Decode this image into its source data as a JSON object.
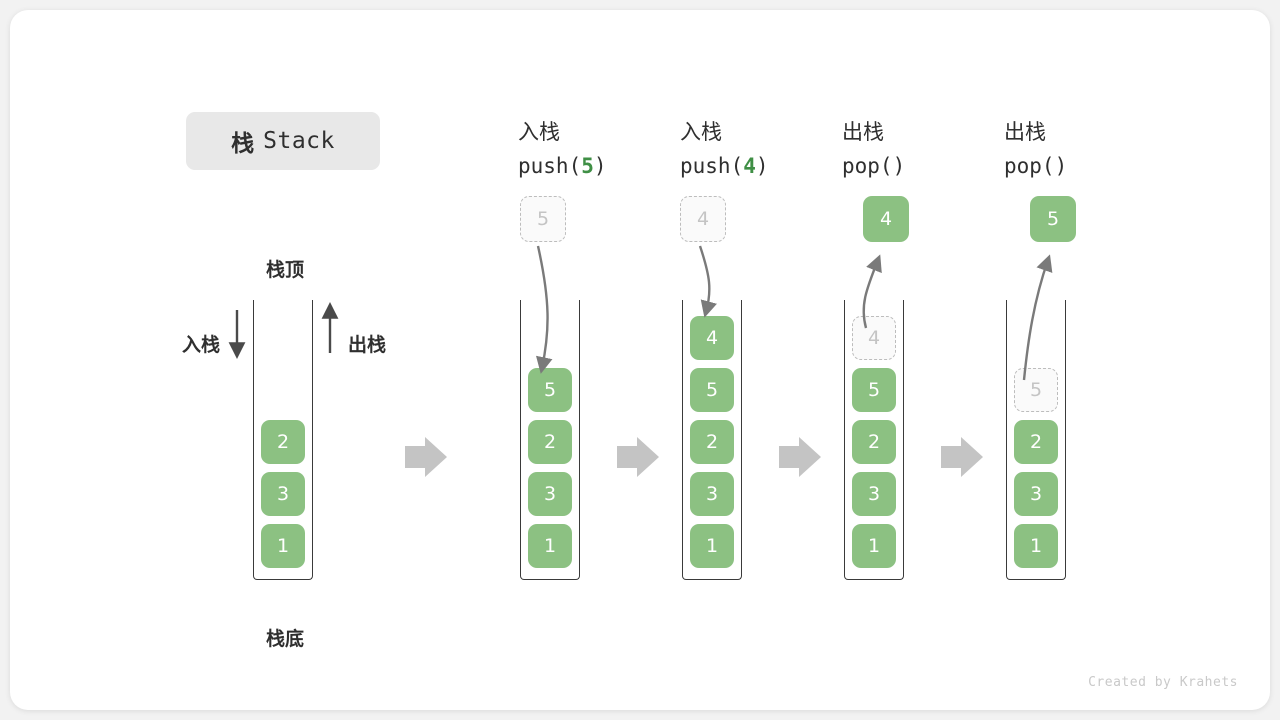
{
  "title": {
    "cn": "栈",
    "en": "Stack"
  },
  "legend": {
    "top_label": "栈顶",
    "bottom_label": "栈底",
    "push_label": "入栈",
    "pop_label": "出栈"
  },
  "colors": {
    "element": "#8cc182",
    "accent_green": "#3f8f45",
    "ghost_border": "#bdbdbd",
    "ghost_text": "#c4c4c4",
    "container_stroke": "#3a3a3a",
    "flow_arrow": "#c4c4c4",
    "motion_arrow": "#7a7a7a",
    "badge_bg": "#e8e8e8"
  },
  "columns": [
    {
      "id": "initial",
      "op_cn": "",
      "op_code": "",
      "op_arg": "",
      "stack": [
        "2",
        "3",
        "1"
      ],
      "ghost_index": -1,
      "floating": null
    },
    {
      "id": "push-5",
      "op_cn": "入栈",
      "op_code_prefix": "push(",
      "op_arg": "5",
      "op_code_suffix": ")",
      "stack": [
        "5",
        "2",
        "3",
        "1"
      ],
      "ghost_index": -1,
      "floating": {
        "value": "5",
        "style": "ghost"
      }
    },
    {
      "id": "push-4",
      "op_cn": "入栈",
      "op_code_prefix": "push(",
      "op_arg": "4",
      "op_code_suffix": ")",
      "stack": [
        "4",
        "5",
        "2",
        "3",
        "1"
      ],
      "ghost_index": -1,
      "floating": {
        "value": "4",
        "style": "ghost"
      }
    },
    {
      "id": "pop-4",
      "op_cn": "出栈",
      "op_code_prefix": "pop(",
      "op_arg": "",
      "op_code_suffix": ")",
      "stack": [
        "4",
        "5",
        "2",
        "3",
        "1"
      ],
      "ghost_index": 0,
      "floating": {
        "value": "4",
        "style": "solid"
      }
    },
    {
      "id": "pop-5",
      "op_cn": "出栈",
      "op_code_prefix": "pop(",
      "op_arg": "",
      "op_code_suffix": ")",
      "stack": [
        "5",
        "2",
        "3",
        "1"
      ],
      "ghost_index": 0,
      "floating": {
        "value": "5",
        "style": "solid"
      }
    }
  ],
  "footer": "Created by Krahets"
}
